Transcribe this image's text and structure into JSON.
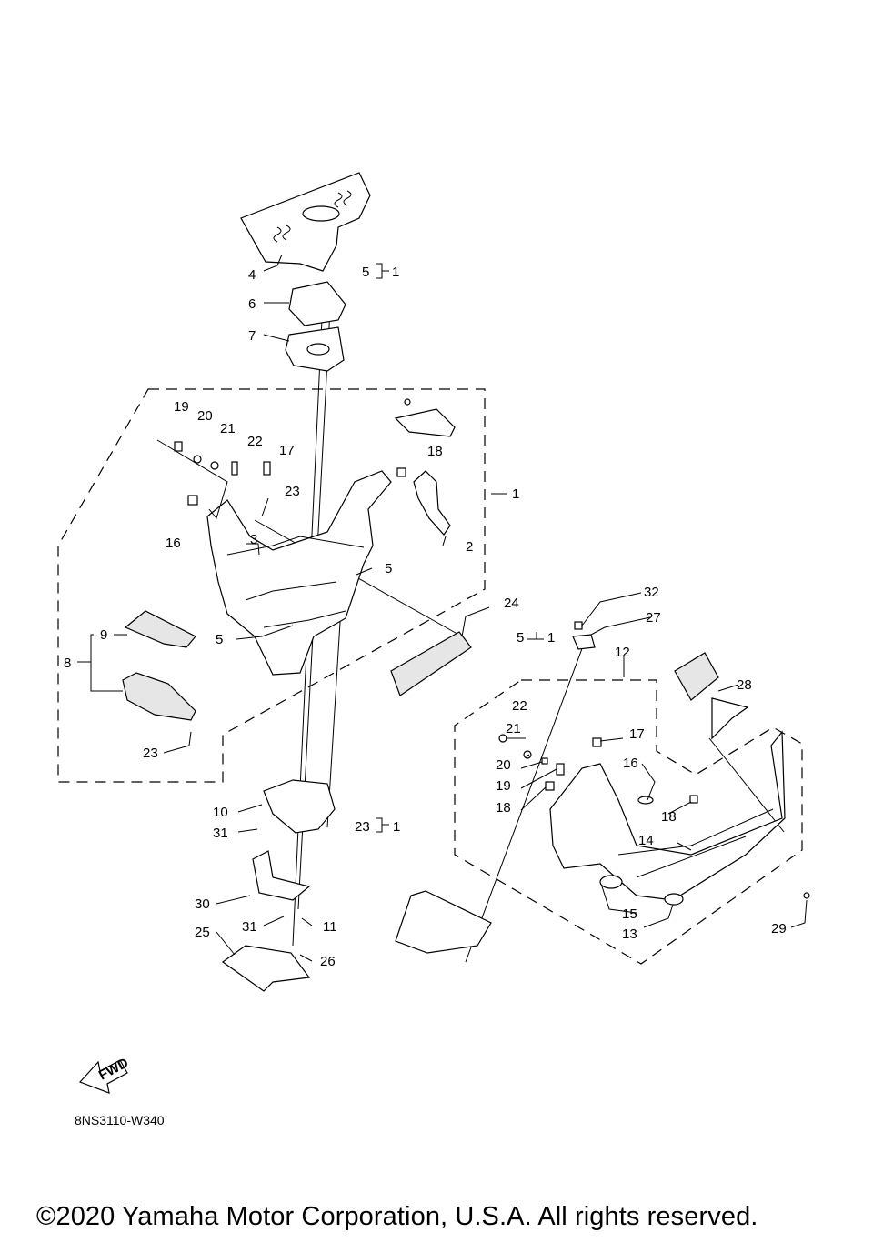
{
  "diagram": {
    "callouts": [
      {
        "id": "c4",
        "text": "4"
      },
      {
        "id": "c5a",
        "text": "5"
      },
      {
        "id": "c1a",
        "text": "1"
      },
      {
        "id": "c6",
        "text": "6"
      },
      {
        "id": "c7",
        "text": "7"
      },
      {
        "id": "c19a",
        "text": "19"
      },
      {
        "id": "c20a",
        "text": "20"
      },
      {
        "id": "c21a",
        "text": "21"
      },
      {
        "id": "c22a",
        "text": "22"
      },
      {
        "id": "c17a",
        "text": "17"
      },
      {
        "id": "c18a",
        "text": "18"
      },
      {
        "id": "c23a",
        "text": "23"
      },
      {
        "id": "c1b",
        "text": "1"
      },
      {
        "id": "c3",
        "text": "3"
      },
      {
        "id": "c16a",
        "text": "16"
      },
      {
        "id": "c2",
        "text": "2"
      },
      {
        "id": "c5b",
        "text": "5"
      },
      {
        "id": "c5c",
        "text": "5"
      },
      {
        "id": "c24",
        "text": "24"
      },
      {
        "id": "c5d",
        "text": "5"
      },
      {
        "id": "c1c",
        "text": "1"
      },
      {
        "id": "c9",
        "text": "9"
      },
      {
        "id": "c8",
        "text": "8"
      },
      {
        "id": "c23b",
        "text": "23"
      },
      {
        "id": "c32",
        "text": "32"
      },
      {
        "id": "c27",
        "text": "27"
      },
      {
        "id": "c12",
        "text": "12"
      },
      {
        "id": "c28",
        "text": "28"
      },
      {
        "id": "c22b",
        "text": "22"
      },
      {
        "id": "c21b",
        "text": "21"
      },
      {
        "id": "c17b",
        "text": "17"
      },
      {
        "id": "c20b",
        "text": "20"
      },
      {
        "id": "c16b",
        "text": "16"
      },
      {
        "id": "c19b",
        "text": "19"
      },
      {
        "id": "c18b",
        "text": "18"
      },
      {
        "id": "c18c",
        "text": "18"
      },
      {
        "id": "c10",
        "text": "10"
      },
      {
        "id": "c31a",
        "text": "31"
      },
      {
        "id": "c23c",
        "text": "23"
      },
      {
        "id": "c1d",
        "text": "1"
      },
      {
        "id": "c14",
        "text": "14"
      },
      {
        "id": "c30",
        "text": "30"
      },
      {
        "id": "c15",
        "text": "15"
      },
      {
        "id": "c13",
        "text": "13"
      },
      {
        "id": "c29",
        "text": "29"
      },
      {
        "id": "c31b",
        "text": "31"
      },
      {
        "id": "c11",
        "text": "11"
      },
      {
        "id": "c25",
        "text": "25"
      },
      {
        "id": "c26",
        "text": "26"
      }
    ],
    "fwd_label": "FWD",
    "drawing_code": "8NS3110-W340"
  },
  "footer": {
    "copyright": "©2020 Yamaha Motor Corporation, U.S.A. All rights reserved."
  }
}
